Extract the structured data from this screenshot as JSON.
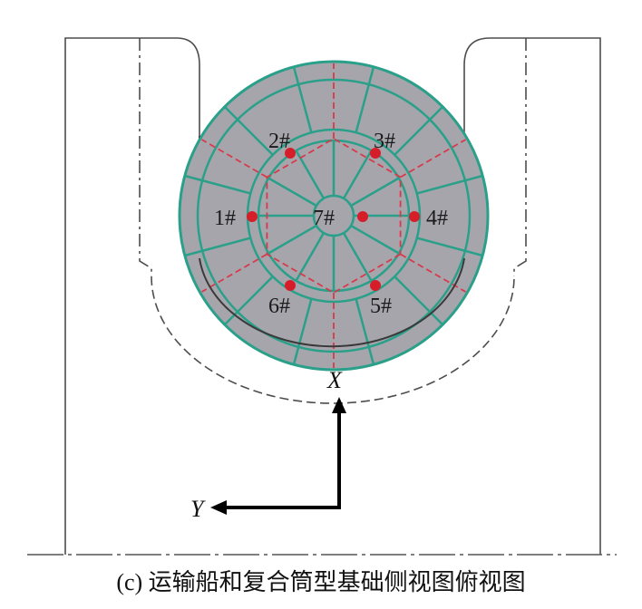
{
  "caption": "(c) 运输船和复合筒型基础侧视图俯视图",
  "points": [
    {
      "id": "1",
      "label": "1#"
    },
    {
      "id": "2",
      "label": "2#"
    },
    {
      "id": "3",
      "label": "3#"
    },
    {
      "id": "4",
      "label": "4#"
    },
    {
      "id": "5",
      "label": "5#"
    },
    {
      "id": "6",
      "label": "6#"
    },
    {
      "id": "7",
      "label": "7#"
    }
  ],
  "axes": {
    "x_label": "X",
    "y_label": "Y"
  },
  "colors": {
    "outline": "#4d4d4d",
    "foundation_fill": "#a6a5ab",
    "rib_green": "#2aa08a",
    "dash_red": "#d8394a",
    "point_red": "#d61e2b",
    "arrow": "#000000"
  }
}
